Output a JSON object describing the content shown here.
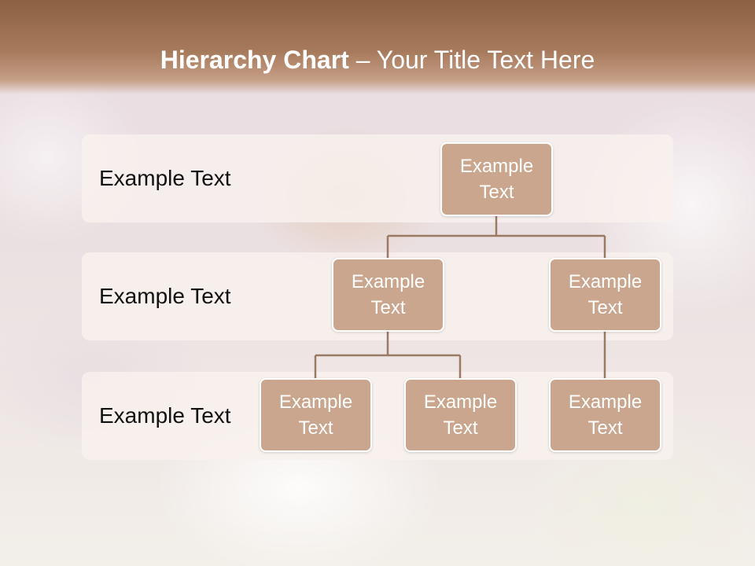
{
  "title": {
    "bold": "Hierarchy Chart",
    "rest": " – Your Title Text Here"
  },
  "levels": [
    {
      "label": "Example Text"
    },
    {
      "label": "Example Text"
    },
    {
      "label": "Example Text"
    }
  ],
  "nodes": {
    "root": "Example\nText",
    "left": "Example\nText",
    "right": "Example\nText",
    "left_child_1": "Example\nText",
    "left_child_2": "Example\nText",
    "right_child": "Example\nText"
  },
  "colors": {
    "title_bar": "#8c6143",
    "node_fill": "#c9a68d",
    "connector": "#9a7a63",
    "band": "#f8f1ed"
  }
}
